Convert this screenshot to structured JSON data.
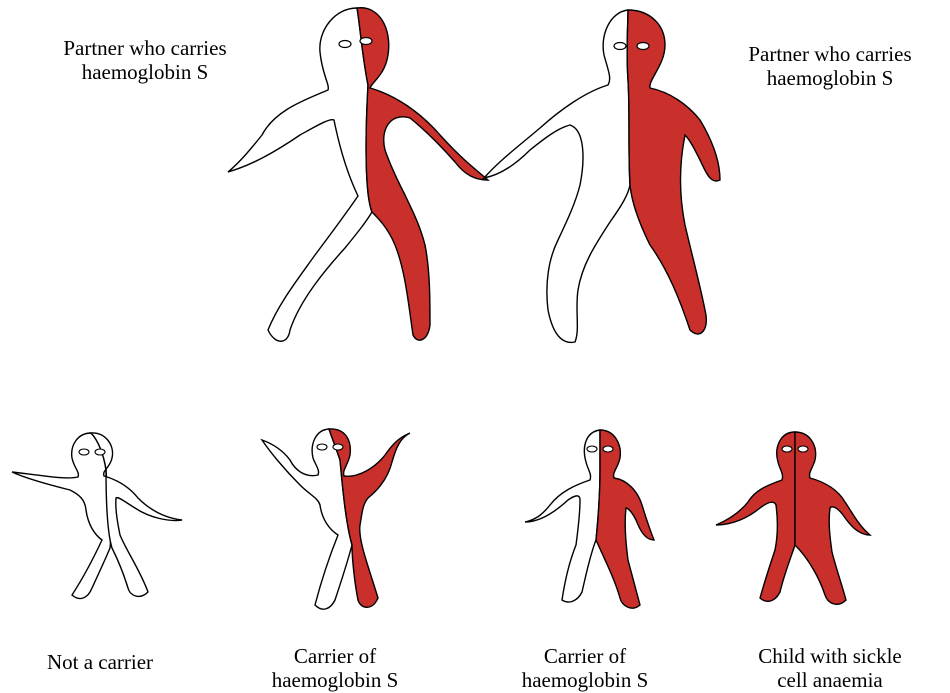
{
  "colors": {
    "red": "#c9302c",
    "white": "#ffffff",
    "outline": "#000000"
  },
  "parents": [
    {
      "label": "Partner who carries\nhaemoglobin S",
      "status": "carrier"
    },
    {
      "label": "Partner who carries\nhaemoglobin S",
      "status": "carrier"
    }
  ],
  "children": [
    {
      "label": "Not a carrier",
      "status": "non-carrier"
    },
    {
      "label": "Carrier of\nhaemoglobin S",
      "status": "carrier"
    },
    {
      "label": "Carrier of\nhaemoglobin S",
      "status": "carrier"
    },
    {
      "label": "Child with sickle\ncell anaemia",
      "status": "affected"
    }
  ]
}
